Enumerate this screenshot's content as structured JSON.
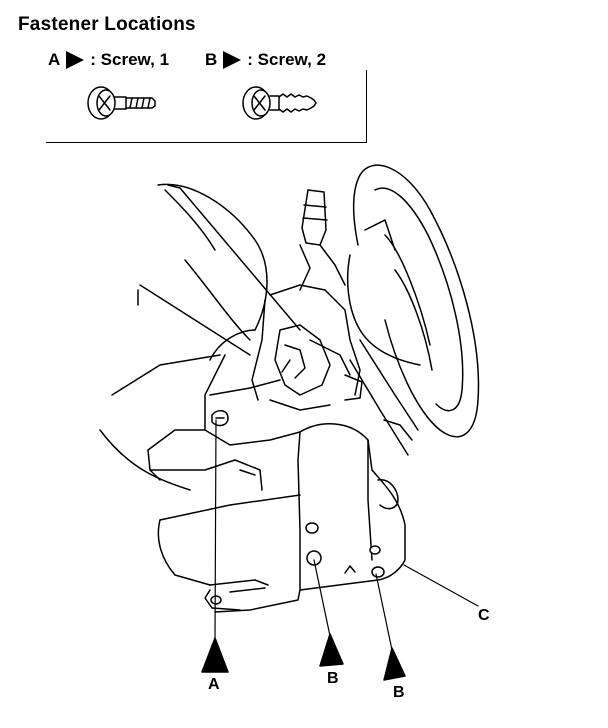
{
  "legend": {
    "title": "Fastener Locations",
    "items": [
      {
        "letter": "A",
        "label": ": Screw, 1"
      },
      {
        "letter": "B",
        "label": ": Screw, 2"
      }
    ]
  },
  "callouts": {
    "a": "A",
    "b1": "B",
    "b2": "B",
    "c": "C"
  }
}
